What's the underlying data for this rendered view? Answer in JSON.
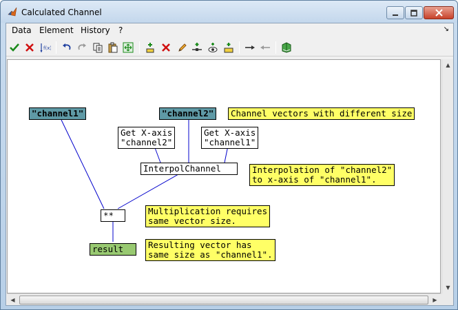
{
  "window": {
    "title": "Calculated Channel"
  },
  "menubar": {
    "items": [
      "Data",
      "Element",
      "History",
      "?"
    ],
    "dock_glyph": "↘"
  },
  "toolbar": {
    "buttons": [
      {
        "icon": "check-icon",
        "color": "#1a8a1a"
      },
      {
        "icon": "cancel-x-icon",
        "color": "#d01010"
      },
      {
        "icon": "formula-icon",
        "color": "#1f3f9f"
      },
      {
        "icon": "undo-icon",
        "color": "#1f3f9f"
      },
      {
        "icon": "redo-icon",
        "color": "#9a9a9a"
      },
      {
        "icon": "copy-icon",
        "color": "#333333"
      },
      {
        "icon": "paste-icon",
        "color": "#8a6a20"
      },
      {
        "icon": "fit-view-icon",
        "color": "#1a8a1a"
      },
      {
        "icon": "add-element-icon",
        "color": "#1a8a1a"
      },
      {
        "icon": "delete-element-icon",
        "color": "#d01010"
      },
      {
        "icon": "edit-pencil-icon",
        "color": "#c08020"
      },
      {
        "icon": "add-node-icon",
        "color": "#1a8a1a"
      },
      {
        "icon": "view-eye-icon",
        "color": "#333333"
      },
      {
        "icon": "insert-icon",
        "color": "#c0a020"
      },
      {
        "icon": "connect-right-icon",
        "color": "#333333"
      },
      {
        "icon": "connect-left-icon",
        "color": "#9a9a9a"
      },
      {
        "icon": "help-book-icon",
        "color": "#2a7a2a"
      }
    ]
  },
  "diagram": {
    "colors": {
      "channel": "#5f9aa6",
      "result": "#98c971",
      "note": "#ffff66",
      "wire": "#0000cc"
    },
    "nodes": {
      "channel1": "\"channel1\"",
      "channel2": "\"channel2\"",
      "getx_channel2": "Get X-axis\n\"channel2\"",
      "getx_channel1": "Get X-axis\n\"channel1\"",
      "interpol": "InterpolChannel",
      "multiply": "**",
      "result": "result"
    },
    "notes": {
      "sizes": "Channel vectors with different size",
      "interpolation": "Interpolation of \"channel2\"\nto x-axis of \"channel1\".",
      "multiplication": "Multiplication requires\nsame vector size.",
      "resulting": "Resulting vector has\nsame size as \"channel1\"."
    }
  }
}
